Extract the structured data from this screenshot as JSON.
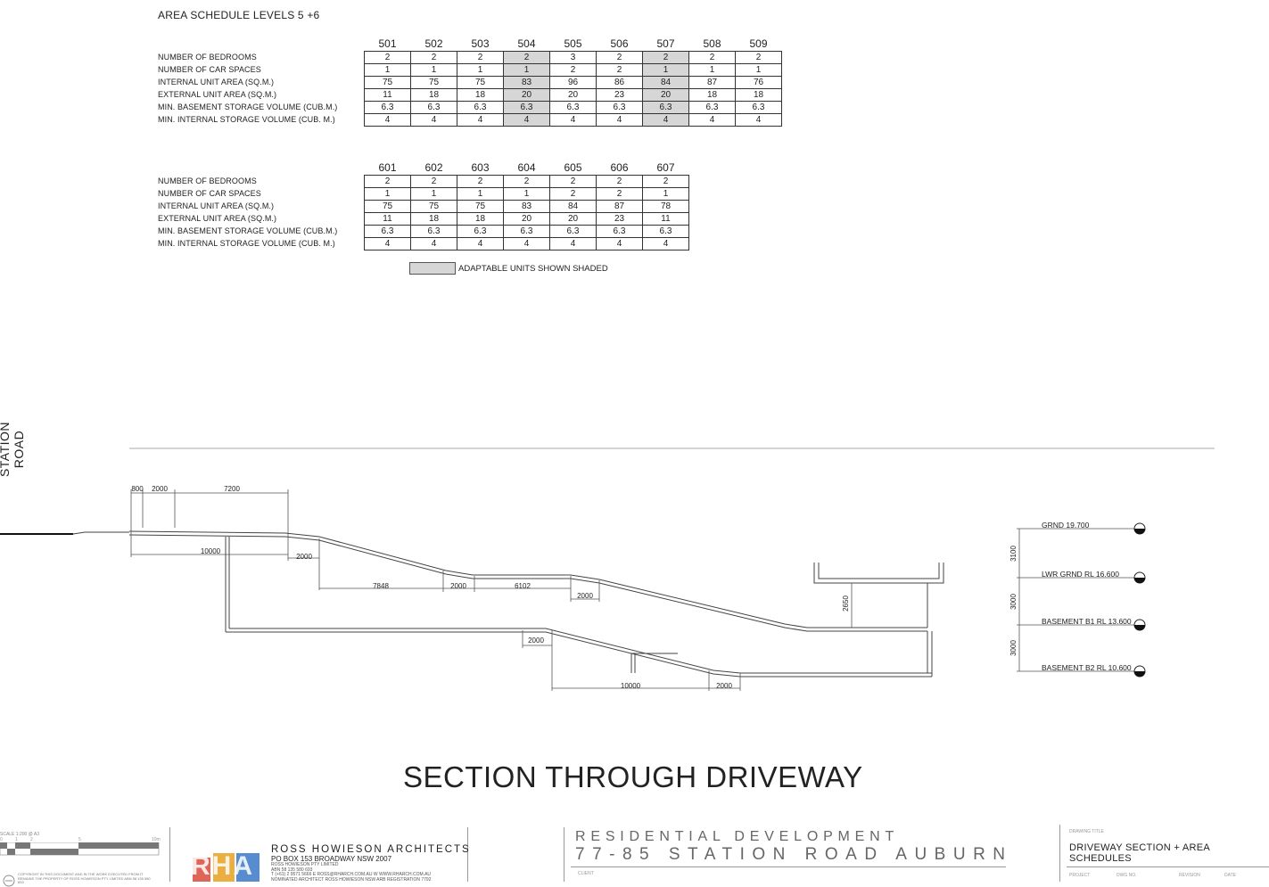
{
  "schedule": {
    "title": "AREA SCHEDULE LEVELS 5 +6",
    "row_labels": [
      "NUMBER OF BEDROOMS",
      "NUMBER OF CAR SPACES",
      "INTERNAL UNIT AREA (SQ.M.)",
      "EXTERNAL UNIT AREA (SQ.M.)",
      "MIN. BASEMENT STORAGE VOLUME (CUB.M.)",
      "MIN. INTERNAL STORAGE VOLUME (CUB. M.)"
    ],
    "level5": {
      "units": [
        "501",
        "502",
        "503",
        "504",
        "505",
        "506",
        "507",
        "508",
        "509"
      ],
      "shaded_units": [
        "504",
        "507"
      ],
      "rows": [
        [
          "2",
          "2",
          "2",
          "2",
          "3",
          "2",
          "2",
          "2",
          "2"
        ],
        [
          "1",
          "1",
          "1",
          "1",
          "2",
          "2",
          "1",
          "1",
          "1"
        ],
        [
          "75",
          "75",
          "75",
          "83",
          "96",
          "86",
          "84",
          "87",
          "76"
        ],
        [
          "11",
          "18",
          "18",
          "20",
          "20",
          "23",
          "20",
          "18",
          "18"
        ],
        [
          "6.3",
          "6.3",
          "6.3",
          "6.3",
          "6.3",
          "6.3",
          "6.3",
          "6.3",
          "6.3"
        ],
        [
          "4",
          "4",
          "4",
          "4",
          "4",
          "4",
          "4",
          "4",
          "4"
        ]
      ]
    },
    "level6": {
      "units": [
        "601",
        "602",
        "603",
        "604",
        "605",
        "606",
        "607"
      ],
      "shaded_units": [],
      "rows": [
        [
          "2",
          "2",
          "2",
          "2",
          "2",
          "2",
          "2"
        ],
        [
          "1",
          "1",
          "1",
          "1",
          "2",
          "2",
          "1"
        ],
        [
          "75",
          "75",
          "75",
          "83",
          "84",
          "87",
          "78"
        ],
        [
          "11",
          "18",
          "18",
          "20",
          "20",
          "23",
          "11"
        ],
        [
          "6.3",
          "6.3",
          "6.3",
          "6.3",
          "6.3",
          "6.3",
          "6.3"
        ],
        [
          "4",
          "4",
          "4",
          "4",
          "4",
          "4",
          "4"
        ]
      ]
    },
    "legend": "ADAPTABLE UNITS SHOWN SHADED"
  },
  "section": {
    "street_label": "STATION ROAD",
    "title": "SECTION THROUGH DRIVEWAY",
    "dimensions": {
      "d800": "800",
      "d2000_top": "2000",
      "d7200": "7200",
      "d10000_top": "10000",
      "d2000_a": "2000",
      "d7848": "7848",
      "d2000_b": "2000",
      "d6102": "6102",
      "d2000_c": "2000",
      "d2650": "2650",
      "d2000_d": "2000",
      "d10000_bot": "10000",
      "d2000_e": "2000"
    },
    "levels": [
      {
        "label": "GRND 19.700"
      },
      {
        "label": "LWR GRND RL 16.600"
      },
      {
        "label": "BASEMENT B1 RL 13.600"
      },
      {
        "label": "BASEMENT B2 RL 10.600"
      }
    ],
    "level_gaps": [
      "3100",
      "3000",
      "3000"
    ]
  },
  "title_block": {
    "scale": "SCALE 1:200 @ A3",
    "scale_ticks": [
      "0",
      "1",
      "2",
      "5",
      "10m"
    ],
    "copyright": "COPYRIGHT IN THIS DOCUMENT AND IN THE WORK EXECUTED FROM IT REMAINS THE PROPERTY OF ROSS HOWIESON PTY LIMITED ABN 58 135 580 693",
    "firm_name": "ROSS HOWIESON ARCHITECTS",
    "firm_address": "PO BOX 153 BROADWAY NSW 2007",
    "firm_company": "ROSS HOWIESON PTY LIMITED",
    "firm_abn": "ABN 58 135 580 693",
    "firm_contact": "T (+61) 2 9571 5666  E ROSS@RHARCH.COM.AU  W WWW.RHARCH.COM.AU",
    "firm_nominated": "NOMINATED ARCHITECT ROSS HOWIESON NSW ARB REGISTRATION 7792",
    "logo_text": "RHA",
    "project_line1": "RESIDENTIAL DEVELOPMENT",
    "project_line2": "77-85 STATION ROAD AUBURN",
    "client_label": "CLIENT",
    "drawing_title_label": "DRAWING TITLE",
    "drawing_title": "DRIVEWAY SECTION + AREA SCHEDULES",
    "footer_labels": [
      "PROJECT",
      "DWG NO.",
      "REVISION",
      "DATE"
    ]
  }
}
